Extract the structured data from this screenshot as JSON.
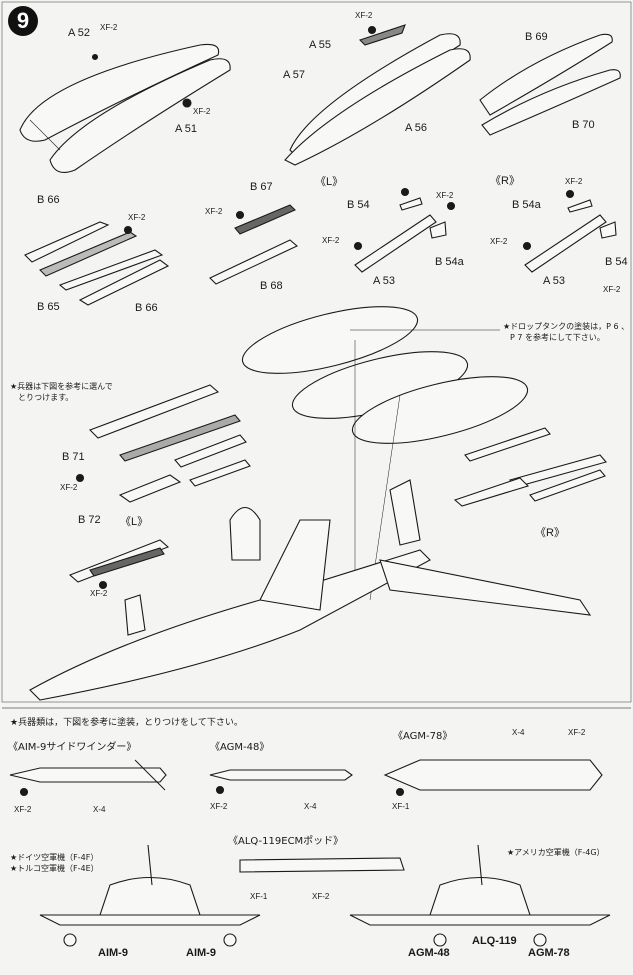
{
  "step": {
    "number": "9"
  },
  "parts": {
    "a52": "A 52",
    "a51": "A 51",
    "a55": "A 55",
    "a57": "A 57",
    "a56": "A 56",
    "b69": "B 69",
    "b70": "B 70",
    "b66_top": "B 66",
    "b65": "B 65",
    "b66_bottom": "B 66",
    "b67": "B 67",
    "b68": "B 68",
    "b54_l": "B 54",
    "a53_l": "A 53",
    "b54a_l": "B 54a",
    "b54a_r": "B 54a",
    "a53_r": "A 53",
    "b54_r": "B 54",
    "b71": "B 71",
    "b72": "B 72"
  },
  "paints": {
    "xf2": "XF-2",
    "xf1": "XF-1",
    "x4": "X-4"
  },
  "side_marks": {
    "left": "《L》",
    "right": "《R》",
    "left2": "《L》",
    "right2": "《R》"
  },
  "notes": {
    "drop_tank_line1": "★ドロップタンクの塗装は，P 6 、",
    "drop_tank_line2": "P 7 を参考にして下さい。",
    "weapons_select_line1": "★兵器は下図を参考に選んで",
    "weapons_select_line2": "とりつけます。",
    "weapons_paint": "★兵器類は，下図を参考に塗装，とりつけをして下さい。",
    "german_line1": "★ドイツ空軍機（F-4F）",
    "german_line2": "★トルコ空軍機（F-4E）",
    "us_line": "★アメリカ空軍機（F-4G）"
  },
  "weapons": {
    "aim9": "《AIM-9サイドワインダー》",
    "agm48": "《AGM-48》",
    "agm78": "《AGM-78》",
    "alq119": "《ALQ-119ECMポッド》"
  },
  "loadouts": {
    "left_a": "AIM-9",
    "left_b": "AIM-9",
    "right_a": "AGM-48",
    "right_b": "ALQ-119",
    "right_c": "AGM-78"
  },
  "colors": {
    "ink": "#1a1a1a",
    "paper": "#f4f4f2"
  }
}
